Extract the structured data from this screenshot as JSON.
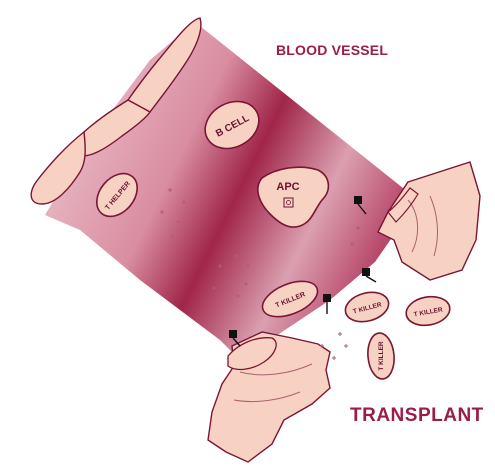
{
  "labels": {
    "blood_vessel": "BLOOD VESSEL",
    "transplant": "TRANSPLANT"
  },
  "cells": {
    "b_cell": "B CELL",
    "apc": "APC",
    "t_helper": "T HELPER",
    "t_killer_vessel": "T KILLER",
    "t_killer_a": "T KILLER",
    "t_killer_b": "T KILLER",
    "t_killer_c": "T KILLER"
  },
  "colors": {
    "vessel_dark": "#9c2247",
    "vessel_light": "#e7b3bf",
    "tissue": "#f9d6c8",
    "outline": "#7a1534",
    "label": "#9a1c4a"
  }
}
